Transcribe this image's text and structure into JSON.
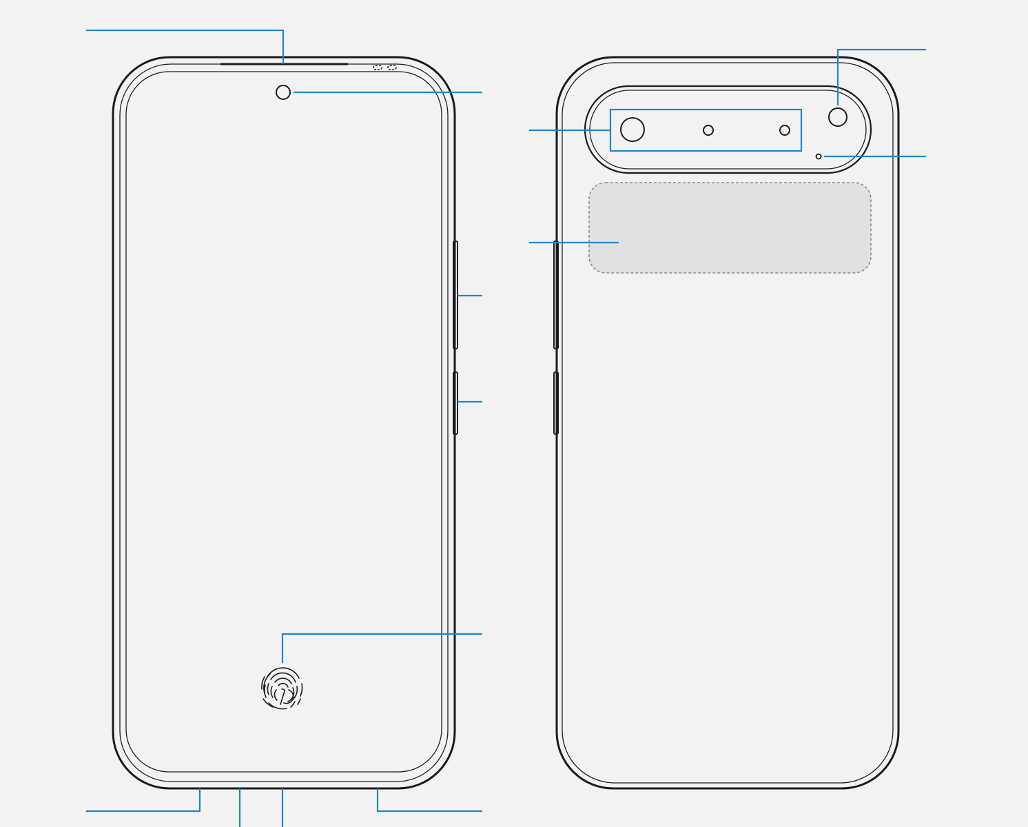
{
  "figure": {
    "background_color": "#f2f2f2",
    "outline_color": "#1a1a1a",
    "callout_color": "#1e86c8",
    "nfc_area_fill": "#e1e1e3",
    "nfc_area_border": "#8a8a8a"
  },
  "front_view": {
    "parts": [
      "earpiece-speaker",
      "front-camera",
      "proximity-light-sensor-grille",
      "volume-key",
      "side-key",
      "fingerprint-sensor",
      "microphone",
      "usb-port",
      "sim-tray",
      "bottom-speaker"
    ]
  },
  "back_view": {
    "parts": [
      "rear-camera-module",
      "rear-cameras",
      "flash",
      "rear-microphone",
      "nfc-antenna-area"
    ]
  }
}
